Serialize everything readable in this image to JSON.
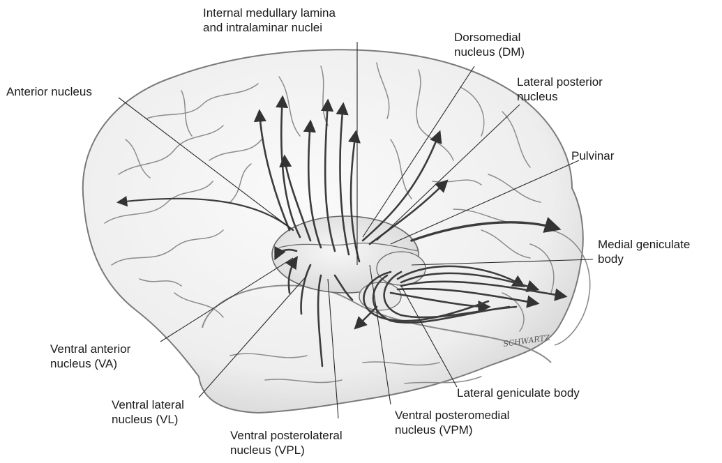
{
  "labels": {
    "internal_medullary": [
      "Internal medullary lamina",
      "and intralaminar nuclei"
    ],
    "dorsomedial": [
      "Dorsomedial",
      "nucleus (DM)"
    ],
    "anterior": [
      "Anterior nucleus"
    ],
    "lateral_posterior": [
      "Lateral posterior",
      "nucleus"
    ],
    "pulvinar": [
      "Pulvinar"
    ],
    "medial_geniculate": [
      "Medial geniculate",
      "body"
    ],
    "ventral_anterior": [
      "Ventral anterior",
      "nucleus (VA)"
    ],
    "ventral_lateral": [
      "Ventral lateral",
      "nucleus (VL)"
    ],
    "ventral_posterolateral": [
      "Ventral posterolateral",
      "nucleus (VPL)"
    ],
    "ventral_posteromedial": [
      "Ventral posteromedial",
      "nucleus (VPM)"
    ],
    "lateral_geniculate": [
      "Lateral geniculate body"
    ]
  },
  "signature": "SCHWARTZ",
  "colors": {
    "brain_fill": "#f1f1f1",
    "sulcus": "#8c8c8c",
    "fiber": "#3c3c3c",
    "leader": "#2a2a2a",
    "text": "#1a1a1a"
  }
}
